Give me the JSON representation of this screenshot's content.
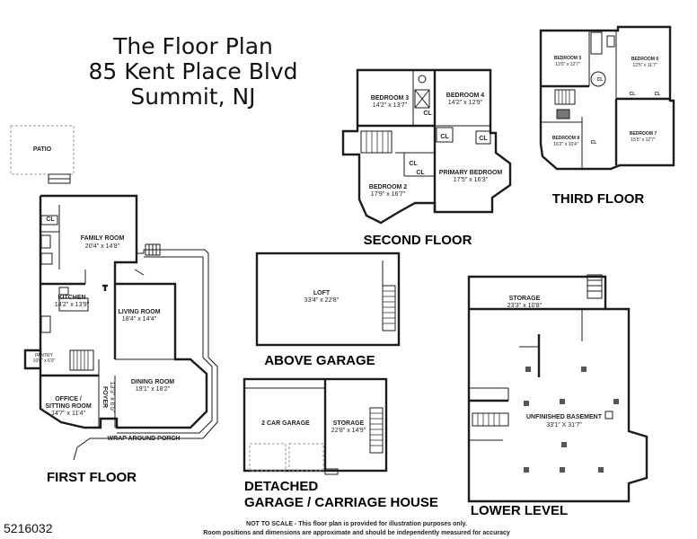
{
  "title": {
    "line1": "The Floor Plan",
    "line2": "85 Kent Place Blvd",
    "line3": "Summit, NJ"
  },
  "floors": {
    "first": "FIRST FLOOR",
    "second": "SECOND FLOOR",
    "third": "THIRD FLOOR",
    "above_garage": "ABOVE GARAGE",
    "detached": "DETACHED",
    "garage_carriage": "GARAGE / CARRIAGE HOUSE",
    "lower": "LOWER LEVEL"
  },
  "rooms": {
    "patio": "PATIO",
    "family_room": {
      "name": "FAMILY ROOM",
      "dim": "20'4\" x 14'8\""
    },
    "kitchen": {
      "name": "KITCHEN",
      "dim": "14'2\" x 13'9\""
    },
    "living_room": {
      "name": "LIVING ROOM",
      "dim": "18'4\" x 14'4\""
    },
    "dining_room": {
      "name": "DINING ROOM",
      "dim": "19'1\" x 18'2\""
    },
    "office": {
      "name1": "OFFICE /",
      "name2": "SITTING ROOM",
      "dim": "14'7\" x 11'4\""
    },
    "foyer": {
      "name": "FOYER",
      "dim": "13'3\" x 6'5\""
    },
    "pantry": {
      "name": "PANTRY",
      "dim": "10'0\" x 6'0\""
    },
    "porch": "WRAP AROUND PORCH",
    "loft": {
      "name": "LOFT",
      "dim": "33'4\" x 22'8\""
    },
    "garage2": "2 CAR GARAGE",
    "garage_storage": {
      "name": "STORAGE",
      "dim": "22'8\" x 14'9\""
    },
    "bedroom2": {
      "name": "BEDROOM 2",
      "dim": "17'9\" x 16'7\""
    },
    "bedroom3": {
      "name": "BEDROOM 3",
      "dim": "14'2\" x 13'7\""
    },
    "bedroom4": {
      "name": "BEDROOM 4",
      "dim": "14'2\" x 12'9\""
    },
    "primary": {
      "name": "PRIMARY BEDROOM",
      "dim": "17'5\" x 16'3\""
    },
    "bedroom5": {
      "name": "BEDROOM 5",
      "dim": "13'0\" x 12'7\""
    },
    "bedroom6": {
      "name": "BEDROOM 6",
      "dim": "12'5\" x 11'7\""
    },
    "bedroom7": {
      "name": "BEDROOM 7",
      "dim": "15'5\" x 12'7\""
    },
    "bedroom8": {
      "name": "BEDROOM 8",
      "dim": "16'2\" x 10'4\""
    },
    "lower_storage": {
      "name": "STORAGE",
      "dim": "23'3\" x 10'8\""
    },
    "basement": {
      "name": "UNFINISHED BASEMENT",
      "dim": "33'1\" X 31'7\""
    },
    "closet": "CL"
  },
  "mls_number": "5216032",
  "disclaimer": {
    "line1": "NOT TO SCALE - This floor plan is provided for illustration purposes only.",
    "line2": "Room positions and dimensions are approximate and should be independently measured for accuracy"
  }
}
